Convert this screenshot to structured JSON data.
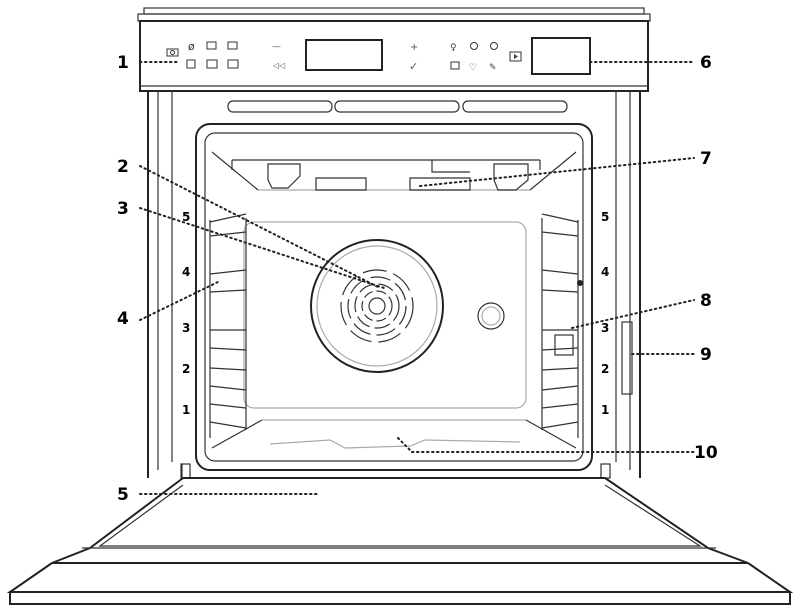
{
  "callouts": {
    "c1": "1",
    "c2": "2",
    "c3": "3",
    "c4": "4",
    "c5": "5",
    "c6": "6",
    "c7": "7",
    "c8": "8",
    "c9": "9",
    "c10": "10"
  },
  "shelf_levels": {
    "left": [
      "5",
      "4",
      "3",
      "2",
      "1"
    ],
    "right": [
      "5",
      "4",
      "3",
      "2",
      "1"
    ]
  },
  "control_panel": {
    "minus_symbol": "—",
    "plus_symbol": "+",
    "check_symbol": "✓",
    "icons": [
      "camera-icon",
      "grill-icon",
      "fan-icon",
      "timer-icon",
      "heart-icon",
      "lock-icon",
      "display-icon"
    ]
  }
}
